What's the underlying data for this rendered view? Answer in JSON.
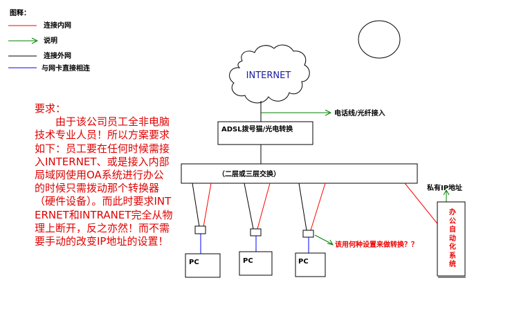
{
  "legend": {
    "title": "图释：",
    "items": [
      {
        "label": "连接内网",
        "color": "#ff0000"
      },
      {
        "label": "说明",
        "color": "#008000"
      },
      {
        "label": "连接外网",
        "color": "#000000"
      },
      {
        "label": "与网卡直接相连",
        "color": "#0000ff"
      }
    ]
  },
  "internet": {
    "label": "INTERNET"
  },
  "modem": {
    "label": "ADSL拨号猫/光电转换"
  },
  "switch": {
    "label": "（二层或三层交换）"
  },
  "annotations": {
    "phone_line": "电话线/光纤接入",
    "private_ip": "私有IP地址",
    "which_device": "该用何种设置来做转换？？"
  },
  "office_system": {
    "label": "办公自动化系统"
  },
  "pcs": [
    "PC",
    "PC",
    "PC"
  ],
  "requirements": {
    "text": "要求：\n　　由于该公司员工全非电脑技术专业人员！所以方案要求如下：员工要在任何时候需接入INTERNET、或是接入内部局域网使用OA系统进行办公的时候只需拨动那个转换器（硬件设备）。而此时要求INTERNET和INTRANET完全从物理上断开，反之亦然！而不需要手动的改变IP地址的设置！"
  },
  "colors": {
    "red": "#ff0000",
    "green": "#008000",
    "black": "#000000",
    "blue": "#0000ff",
    "text_red": "#e00000"
  }
}
